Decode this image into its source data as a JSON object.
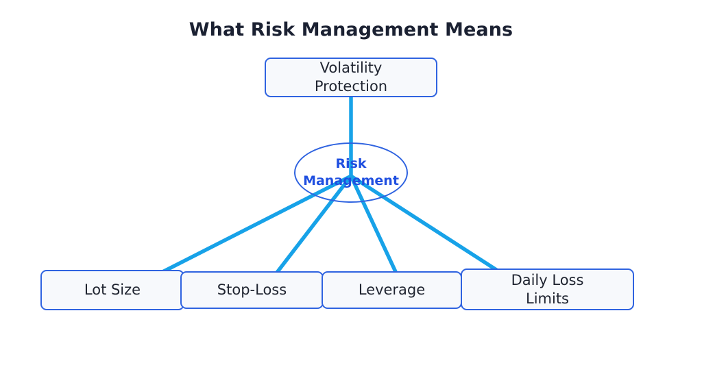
{
  "title": "What Risk Management Means",
  "colors": {
    "node_border": "#2f63e0",
    "node_fill": "#f7f9fc",
    "node_text": "#1f2430",
    "edge": "#17a2e8",
    "center_text": "#1f4fe0",
    "title_text": "#1b2132",
    "background": "#ffffff"
  },
  "center_node": {
    "label": "Risk\nManagement",
    "shape": "ellipse"
  },
  "top_node": {
    "label": "Volatility\nProtection",
    "shape": "rounded-rect"
  },
  "bottom_nodes": [
    {
      "label": "Lot Size",
      "shape": "rounded-rect"
    },
    {
      "label": "Stop-Loss",
      "shape": "rounded-rect"
    },
    {
      "label": "Leverage",
      "shape": "rounded-rect"
    },
    {
      "label": "Daily Loss\nLimits",
      "shape": "rounded-rect"
    }
  ],
  "edges": [
    {
      "from": "Risk Management",
      "to": "Volatility Protection"
    },
    {
      "from": "Risk Management",
      "to": "Lot Size"
    },
    {
      "from": "Risk Management",
      "to": "Stop-Loss"
    },
    {
      "from": "Risk Management",
      "to": "Leverage"
    },
    {
      "from": "Risk Management",
      "to": "Daily Loss Limits"
    }
  ]
}
